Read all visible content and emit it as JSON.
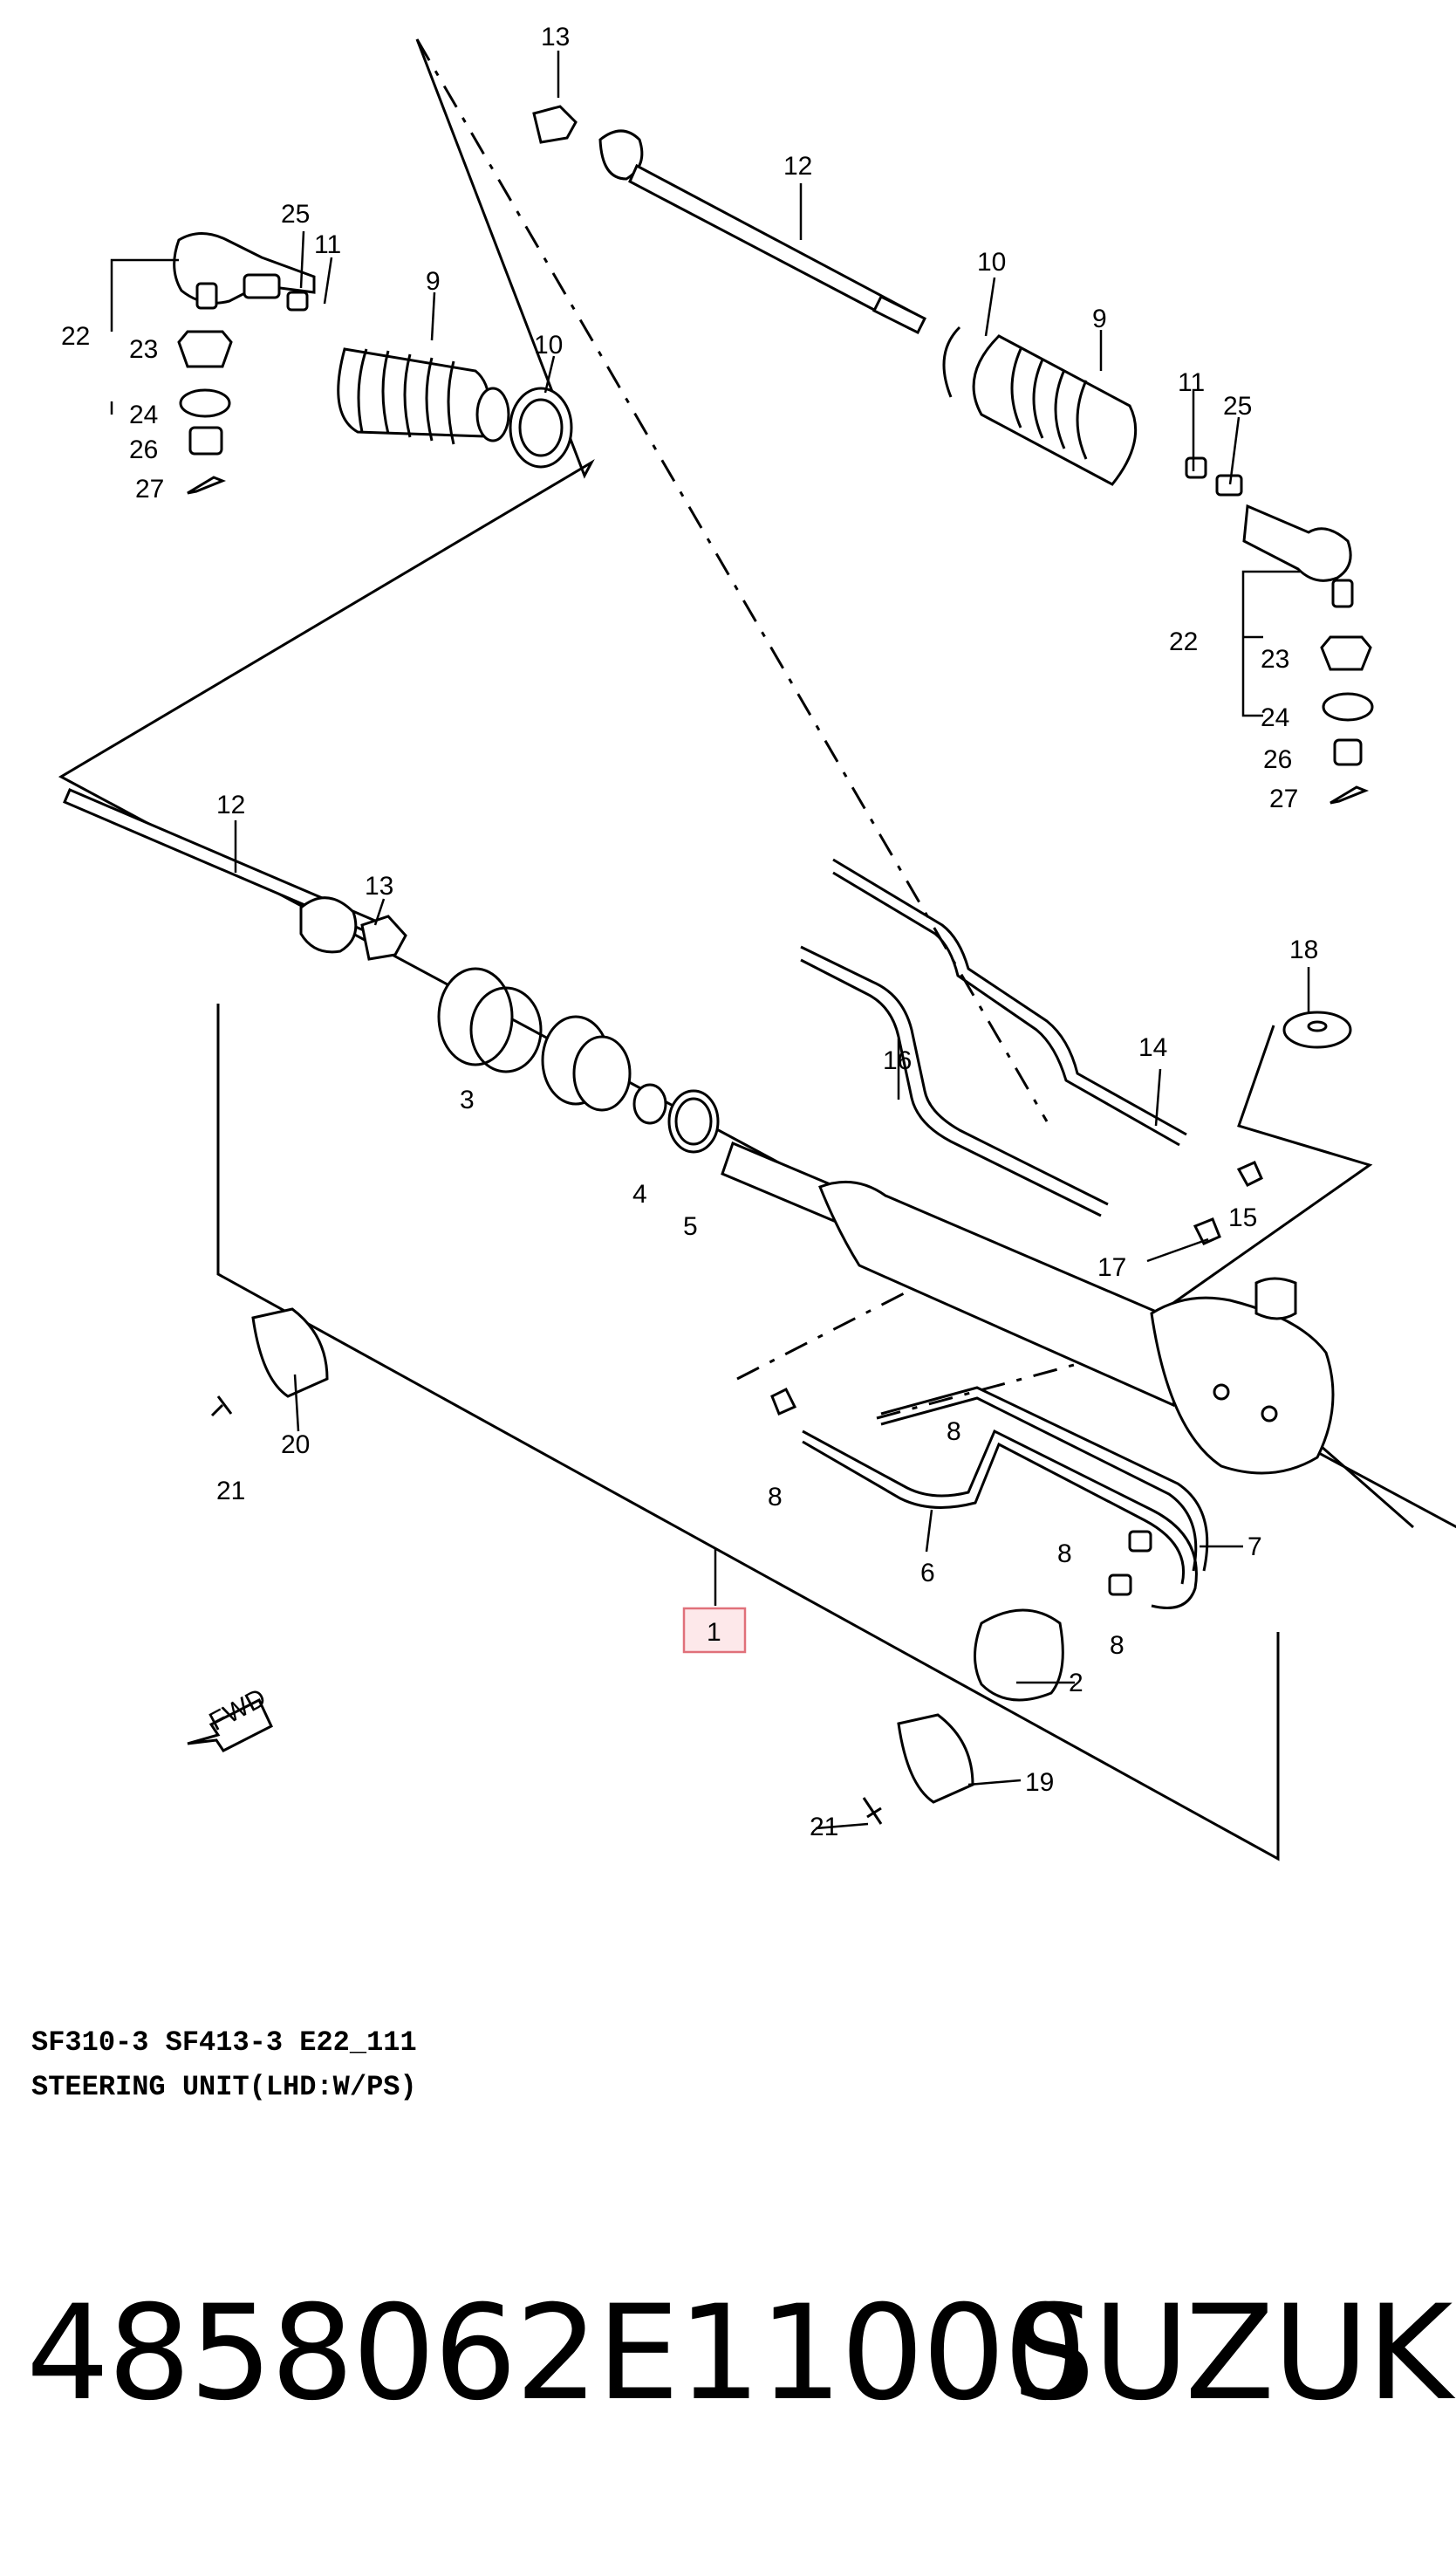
{
  "callouts": {
    "n1": "1",
    "n2": "2",
    "n3": "3",
    "n4": "4",
    "n5": "5",
    "n6": "6",
    "n7": "7",
    "n8": "8",
    "n9": "9",
    "n10": "10",
    "n11": "11",
    "n12": "12",
    "n13": "13",
    "n14": "14",
    "n15": "15",
    "n16": "16",
    "n17": "17",
    "n18": "18",
    "n19": "19",
    "n20": "20",
    "n21": "21",
    "n22": "22",
    "n23": "23",
    "n24": "24",
    "n25": "25",
    "n26": "26",
    "n27": "27"
  },
  "fwd_badge": "FWD",
  "highlight_color": "#e0707a",
  "captions": {
    "codes": "SF310-3 SF413-3 E22_111",
    "title": "STEERING UNIT(LHD:W/PS)"
  },
  "part_number": "4858062E11000",
  "brand": "SUZUKI"
}
